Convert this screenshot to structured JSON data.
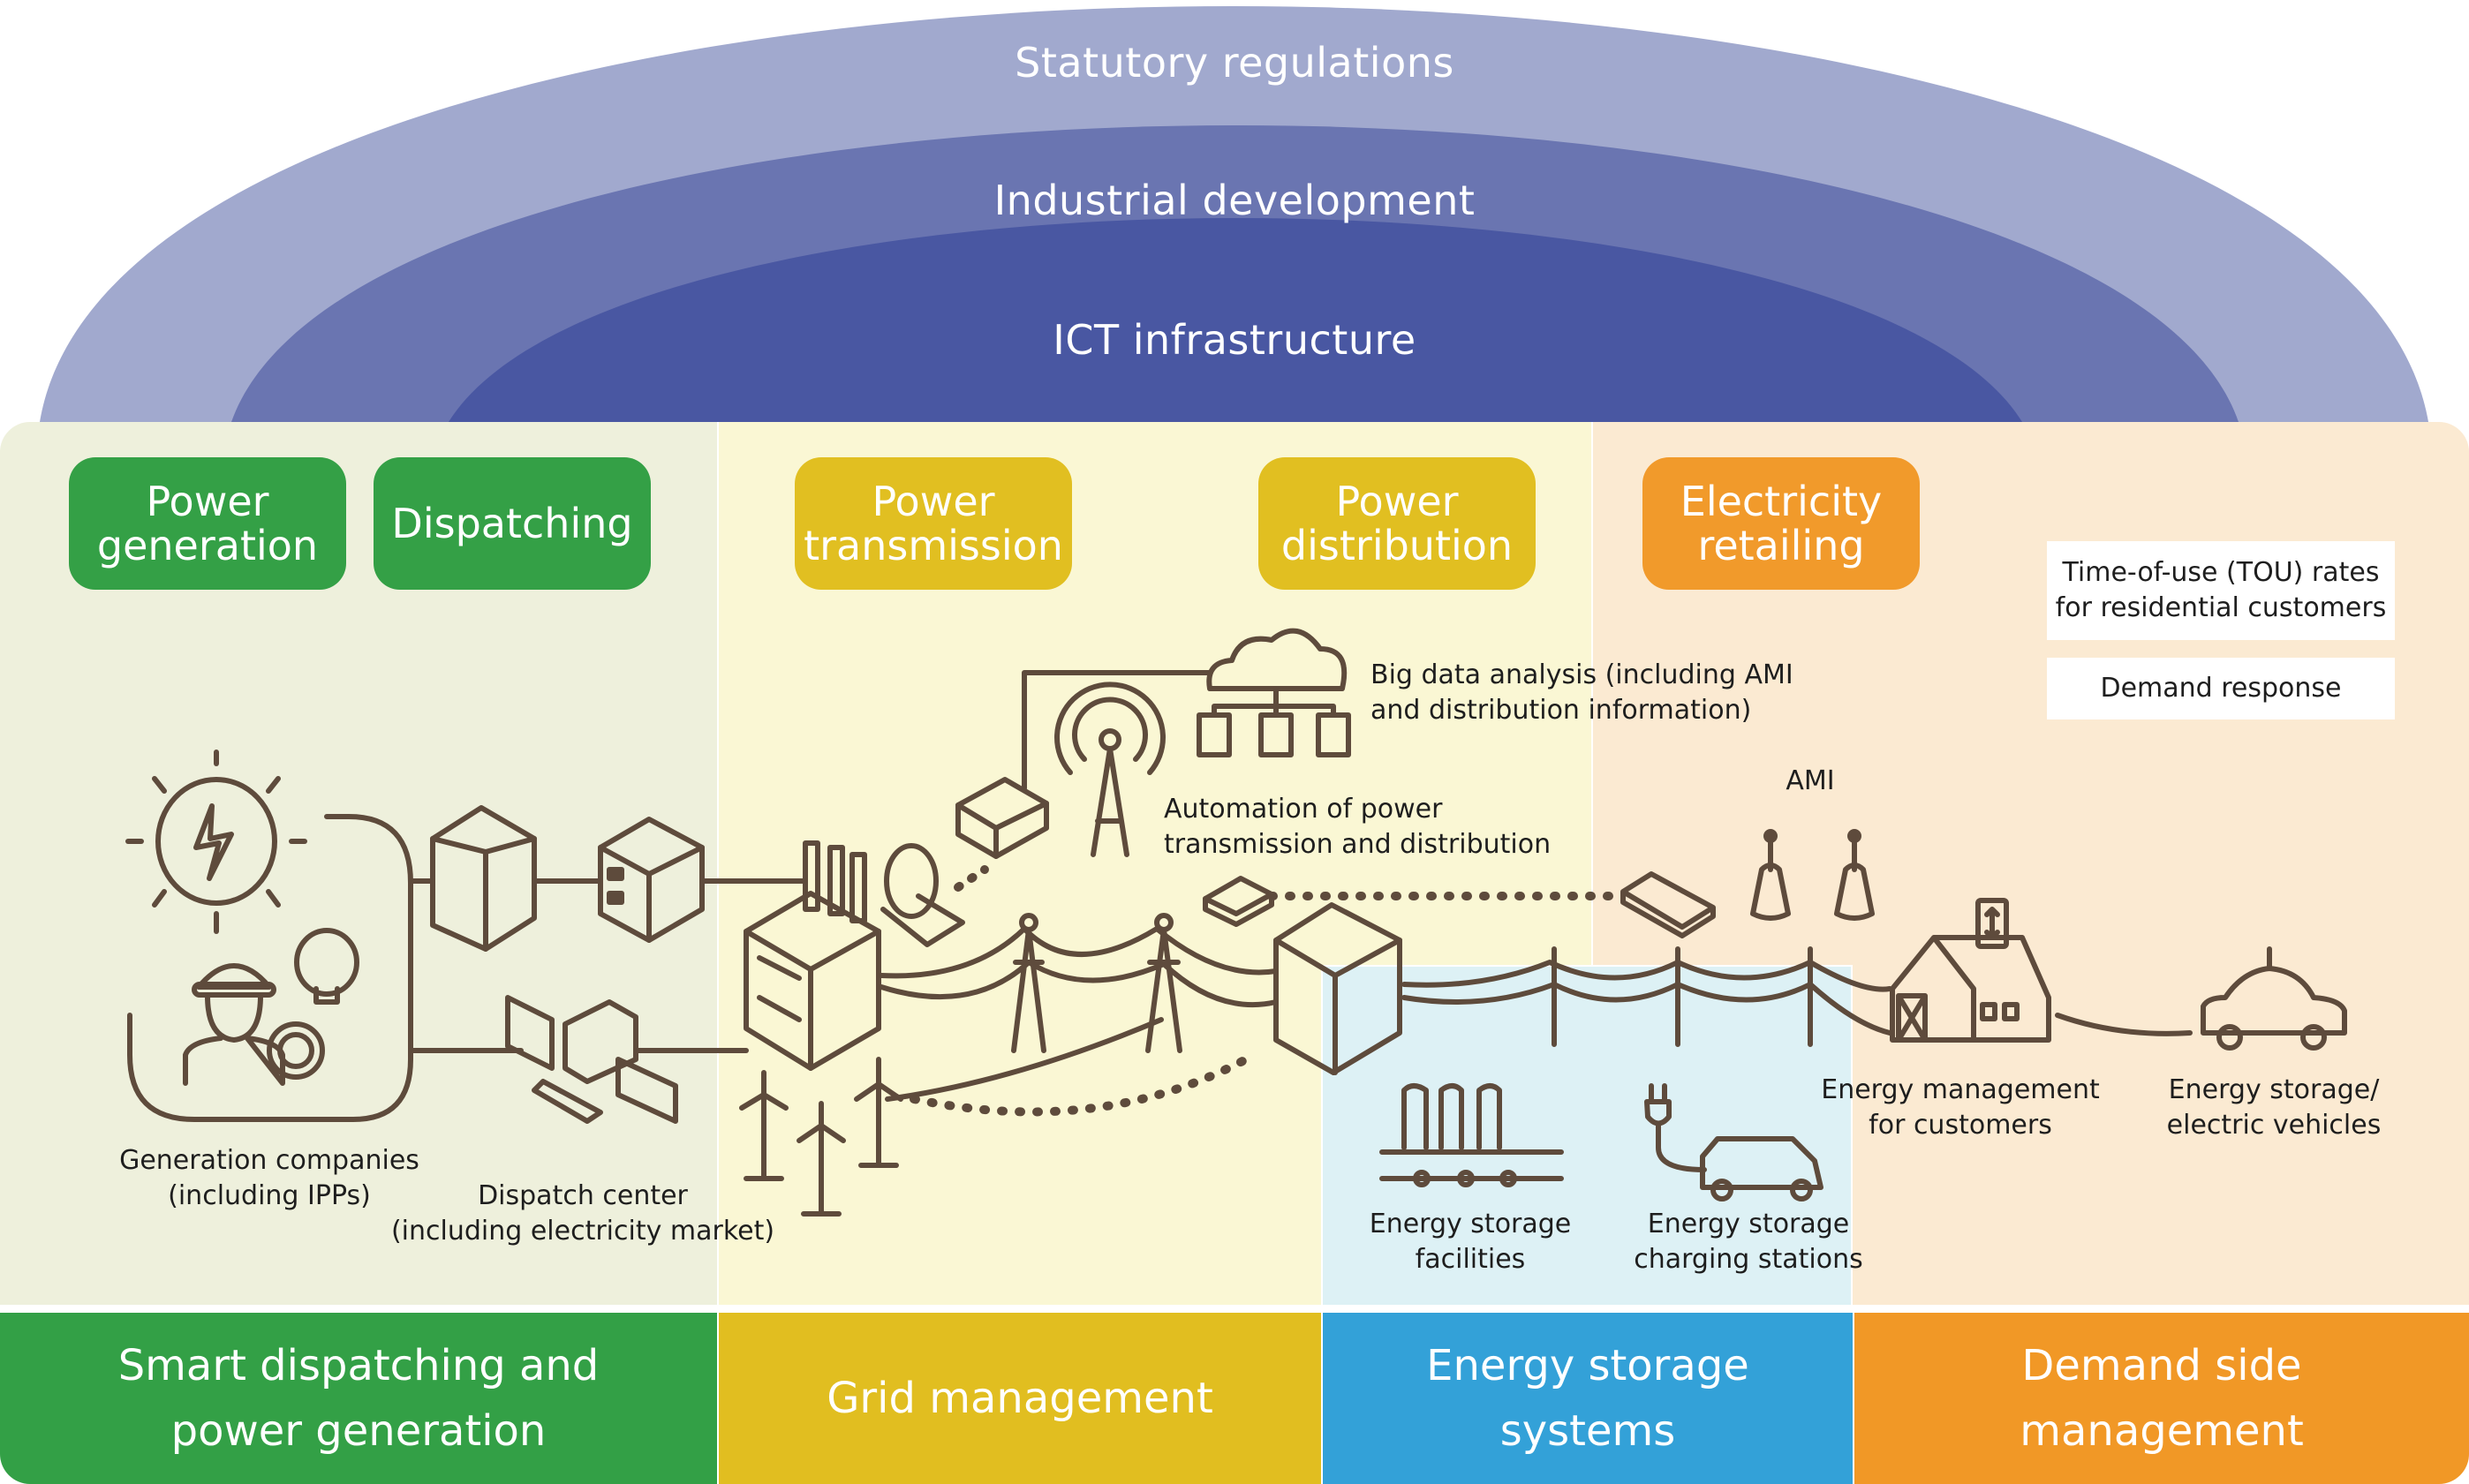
{
  "colors": {
    "arch_outer": "#a1a9ce",
    "arch_middle": "#6a75b1",
    "arch_inner": "#4957a2",
    "panel_green": "#eef0dc",
    "panel_yellow": "#faf7d4",
    "panel_peach": "#fbead2",
    "panel_blue": "#ddf1f5",
    "green": "#34a046",
    "yellow": "#e1bf21",
    "blue": "#33a1d8",
    "orange": "#f19a2b",
    "line_art": "#5e4b3c"
  },
  "arches": {
    "outer": "Statutory regulations",
    "middle": "Industrial development",
    "inner": "ICT infrastructure"
  },
  "stages": [
    {
      "label": "Power\ngeneration",
      "color": "green"
    },
    {
      "label": "Dispatching",
      "color": "green"
    },
    {
      "label": "Power\ntransmission",
      "color": "yellow"
    },
    {
      "label": "Power\ndistribution",
      "color": "yellow"
    },
    {
      "label": "Electricity\nretailing",
      "color": "orange"
    }
  ],
  "retail_services": [
    "Time-of-use (TOU) rates\nfor residential customers",
    "Demand response"
  ],
  "labels": {
    "generation_companies": "Generation companies\n(including IPPs)",
    "dispatch_center": "Dispatch center\n(including electricity market)",
    "big_data": "Big data analysis (including AMI\nand distribution information)",
    "automation": "Automation of power\ntransmission and distribution",
    "ami": "AMI",
    "energy_management": "Energy management\nfor customers",
    "energy_storage_ev": "Energy storage/\nelectric vehicles",
    "storage_facilities": "Energy storage\nfacilities",
    "charging_stations": "Energy storage\ncharging stations"
  },
  "icons": [
    "power-generation-sun-bolt-icon",
    "worker-icon",
    "lightbulb-icon",
    "gear-icon",
    "server-tower-icon",
    "server-rack-icon",
    "computer-workstations-icon",
    "power-plant-icon",
    "satellite-dish-icon",
    "network-switch-icon",
    "radio-tower-icon",
    "cloud-data-icon",
    "transmission-tower-icon",
    "wind-turbine-icon",
    "substation-icon",
    "router-icon",
    "smart-meter-icon",
    "smart-home-icon",
    "phone-icon",
    "electric-car-icon",
    "battery-storage-icon",
    "charging-station-icon"
  ],
  "categories": [
    "Smart dispatching and\npower generation",
    "Grid management",
    "Energy storage\nsystems",
    "Demand side\nmanagement"
  ]
}
